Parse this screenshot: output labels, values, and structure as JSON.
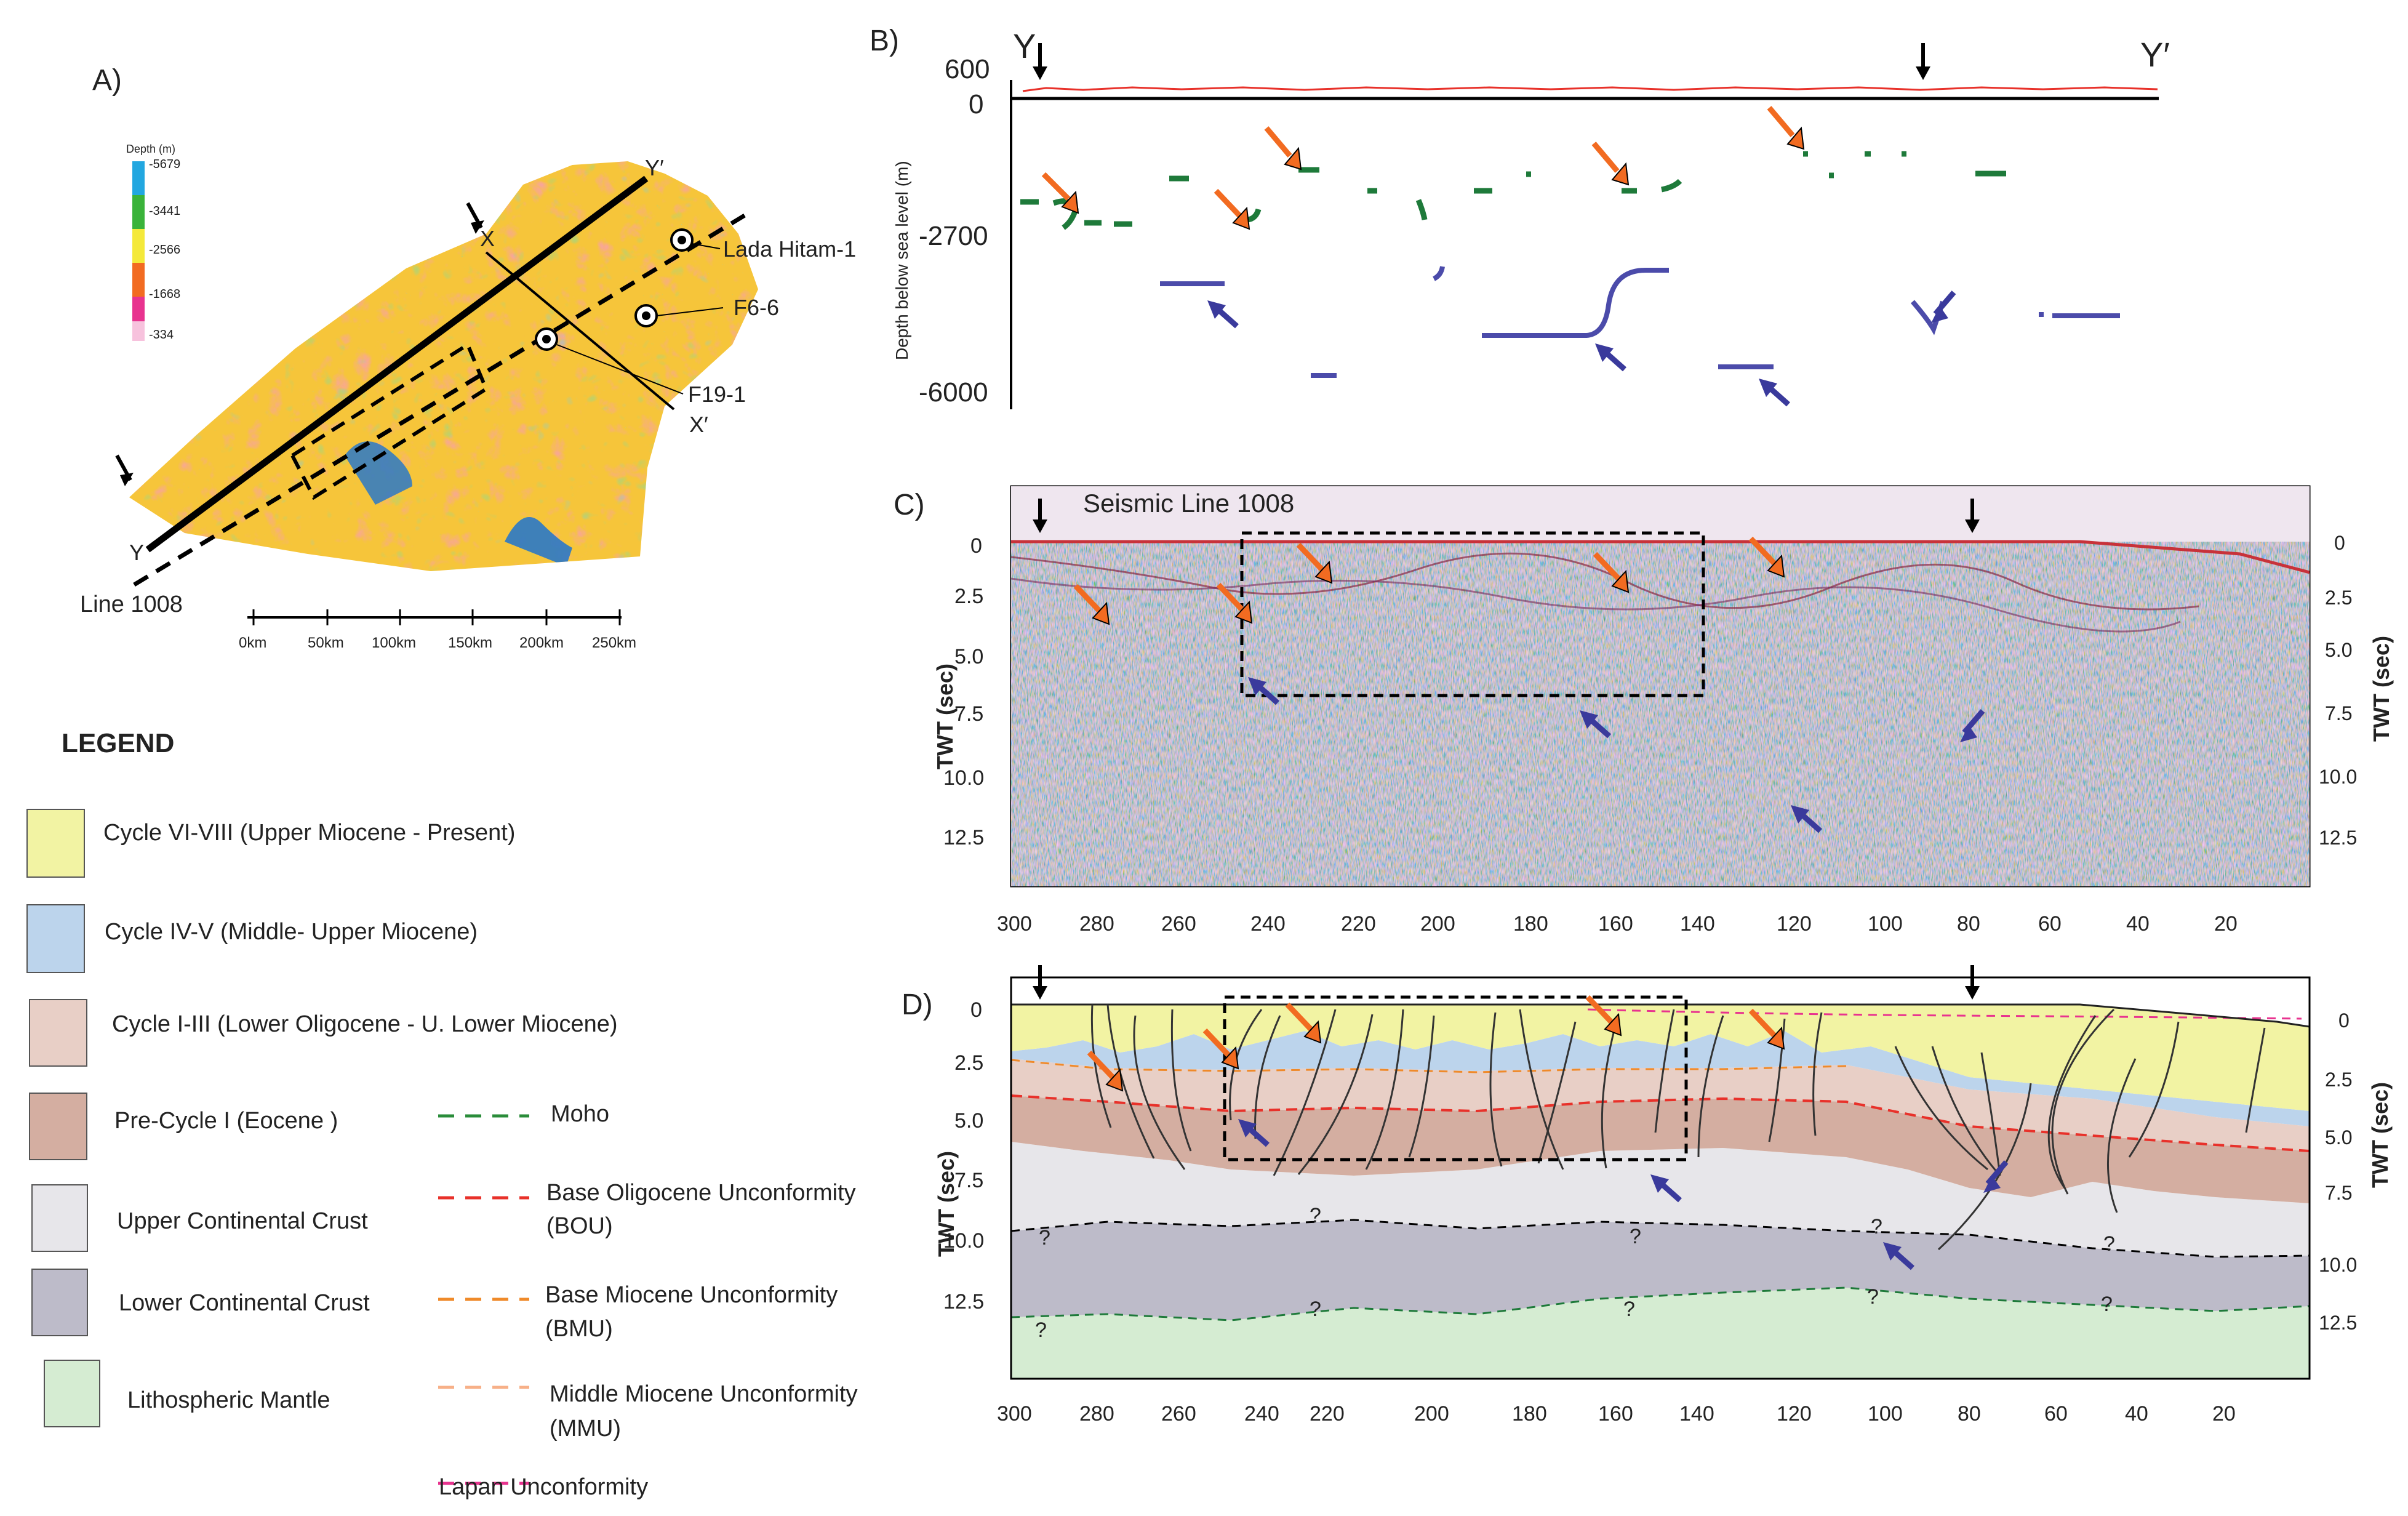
{
  "panels": {
    "a": {
      "label": "A)"
    },
    "b": {
      "label": "B)"
    },
    "c": {
      "label": "C)"
    },
    "d": {
      "label": "D)"
    }
  },
  "map": {
    "depth_title": "Depth (m)",
    "colorbar_ticks": [
      "-5679",
      "-3441",
      "-2566",
      "-1668",
      "-334"
    ],
    "colorbar_colors": [
      "#22a7e0",
      "#3ab33a",
      "#f4e93a",
      "#f26b21",
      "#e8338f",
      "#f7c2dd"
    ],
    "wells": [
      "Lada Hitam-1",
      "F6-6",
      "F19-1"
    ],
    "line_label": "Line 1008",
    "section_y": "Y",
    "section_y_prime": "Y′",
    "section_x": "X",
    "section_x_prime": "X′",
    "scale_ticks": [
      "0km",
      "50km",
      "100km",
      "150km",
      "200km",
      "250km"
    ]
  },
  "legend": {
    "title": "LEGEND",
    "units": [
      {
        "label": "Cycle VI-VIII (Upper Miocene - Present)",
        "color": "#f2f3a3"
      },
      {
        "label": "Cycle IV-V (Middle- Upper Miocene)",
        "color": "#bcd4ec"
      },
      {
        "label": "Cycle I-III (Lower Oligocene - U. Lower Miocene)",
        "color": "#e8cfc6"
      },
      {
        "label": "Pre-Cycle I (Eocene )",
        "color": "#d4aea1"
      },
      {
        "label": "Upper Continental Crust",
        "color": "#e7e6ea"
      },
      {
        "label": "Lower Continental Crust",
        "color": "#bdbbc9"
      },
      {
        "label": "Lithospheric Mantle",
        "color": "#d5ecd2"
      }
    ],
    "lines": [
      {
        "label": "Moho",
        "color": "#2a8c3a"
      },
      {
        "label": "Base Oligocene Unconformity",
        "label2": "(BOU)",
        "color": "#e8312a"
      },
      {
        "label": "Base  Miocene Unconformity",
        "label2": "(BMU)",
        "color": "#ef8a2a"
      },
      {
        "label": "Middle Miocene Unconformity",
        "label2": "(MMU)",
        "color": "#f7b088"
      },
      {
        "label": "Lapan Unconformity",
        "color": "#e8338f"
      }
    ]
  },
  "section_b": {
    "start": "Y",
    "end": "Y′",
    "ylabel": "Depth below sea level (m)",
    "y_ticks": [
      "600",
      "0",
      "-2700",
      "-6000"
    ]
  },
  "section_c": {
    "title": "Seismic Line 1008",
    "ylabel": "TWT (sec)",
    "y_ticks": [
      "0",
      "2.5",
      "5.0",
      "7.5",
      "10.0",
      "12.5"
    ],
    "x_ticks": [
      "300",
      "280",
      "260",
      "240",
      "220",
      "200",
      "180",
      "160",
      "140",
      "120",
      "100",
      "80",
      "60",
      "40",
      "20"
    ]
  },
  "section_d": {
    "ylabel": "TWT (sec)",
    "y_ticks": [
      "0",
      "2.5",
      "5.0",
      "7.5",
      "10.0",
      "12.5"
    ],
    "x_ticks": [
      "300",
      "280",
      "260",
      "240",
      "220",
      "200",
      "180",
      "160",
      "140",
      "120",
      "100",
      "80",
      "60",
      "40",
      "20"
    ],
    "question": "?"
  },
  "colors": {
    "orange_arrow": "#f26b21",
    "blue_arrow": "#3a3a9c",
    "moho_green": "#1e7a3a",
    "lab_blue": "#4b4baa"
  }
}
